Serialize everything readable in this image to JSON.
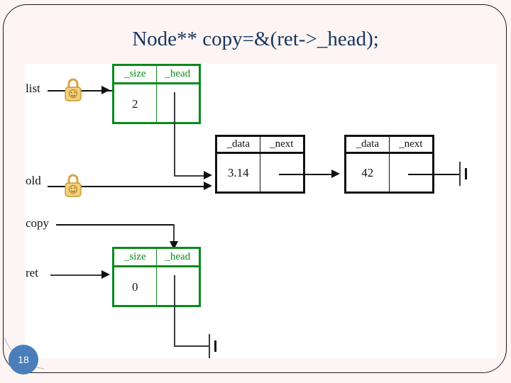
{
  "slide": {
    "title": "Node** copy=&(ret->_head);",
    "page_number": "18",
    "background_color": "#fdf4f4",
    "title_color": "#17365d",
    "accent_green": "#0a8a1e",
    "badge_color": "#4a7ebb"
  },
  "diagram": {
    "labels": {
      "list": "list",
      "old": "old",
      "copy": "copy",
      "ret": "ret"
    },
    "list_struct": {
      "headers": [
        "_size",
        "_head"
      ],
      "values": [
        "2",
        ""
      ]
    },
    "ret_struct": {
      "headers": [
        "_size",
        "_head"
      ],
      "values": [
        "0",
        ""
      ]
    },
    "node_one": {
      "headers": [
        "_data",
        "_next"
      ],
      "values": [
        "3.14",
        ""
      ]
    },
    "node_two": {
      "headers": [
        "_data",
        "_next"
      ],
      "values": [
        "42",
        ""
      ]
    },
    "icons": {
      "list_lock": "padlock-icon",
      "old_lock": "padlock-icon",
      "null_one": "ground-null-icon",
      "null_two": "ground-null-icon"
    }
  }
}
